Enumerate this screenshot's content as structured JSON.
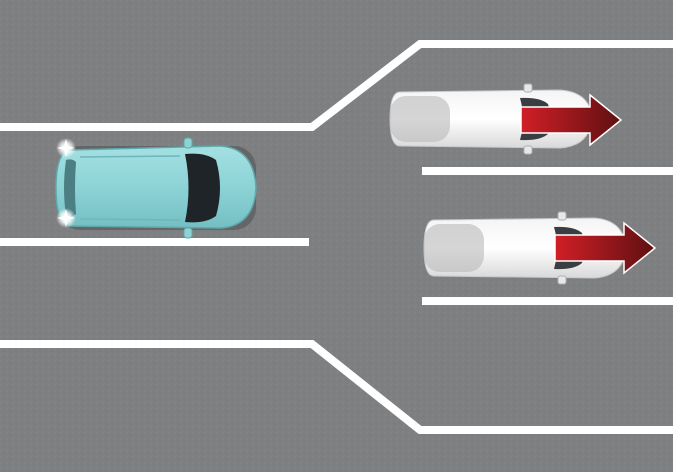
{
  "scene": {
    "road_color": "#7e7f81",
    "lane_marking_color": "#ffffff",
    "arrow_color": "#b0141b",
    "subject_car": {
      "icon": "car-top-view",
      "color": "#8dd3d6",
      "hazard_lights": "on"
    },
    "merging_cars": [
      {
        "icon": "car-top-view",
        "color": "#ffffff",
        "motion": "moving-right"
      },
      {
        "icon": "car-top-view",
        "color": "#ffffff",
        "motion": "moving-right"
      }
    ]
  }
}
